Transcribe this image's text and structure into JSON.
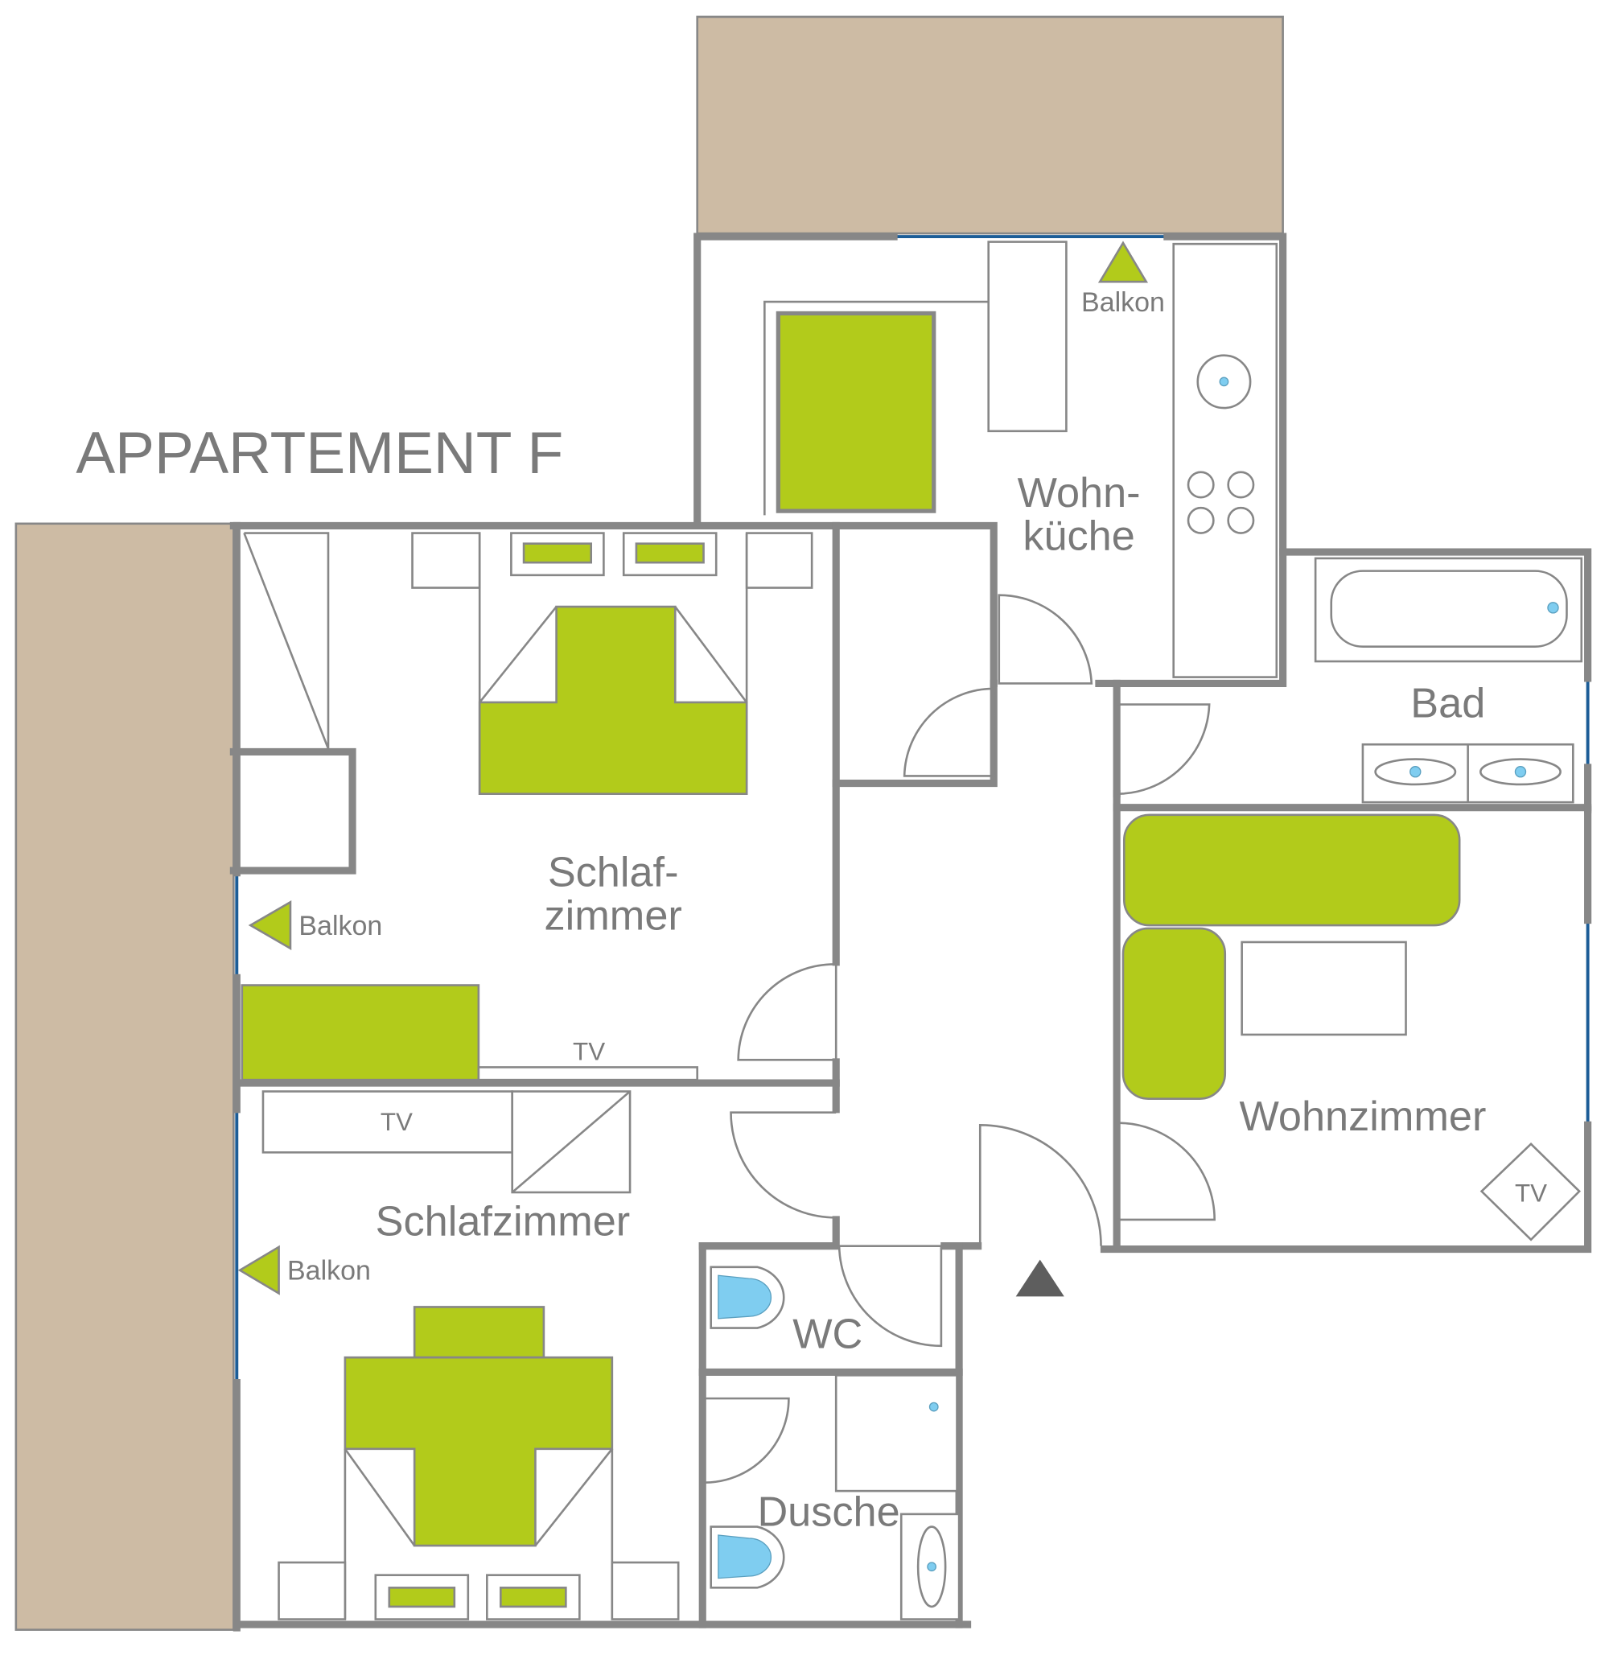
{
  "title": "APPARTEMENT F",
  "rooms": {
    "wohnkueche_line1": "Wohn-",
    "wohnkueche_line2": "küche",
    "schlafzimmer1_line1": "Schlaf-",
    "schlafzimmer1_line2": "zimmer",
    "schlafzimmer2": "Schlafzimmer",
    "bad": "Bad",
    "wohnzimmer": "Wohnzimmer",
    "wc": "WC",
    "dusche": "Dusche"
  },
  "labels": {
    "balkon_kitchen": "Balkon",
    "balkon_bed1": "Balkon",
    "balkon_bed2": "Balkon",
    "tv_bed1": "TV",
    "tv_bed2": "TV",
    "tv_living": "TV"
  },
  "colors": {
    "furniture": "#b2cb1b",
    "walls": "#878787",
    "balcony": "#cdbba4",
    "window": "#1c5d97",
    "water": "#7fcdf0"
  }
}
